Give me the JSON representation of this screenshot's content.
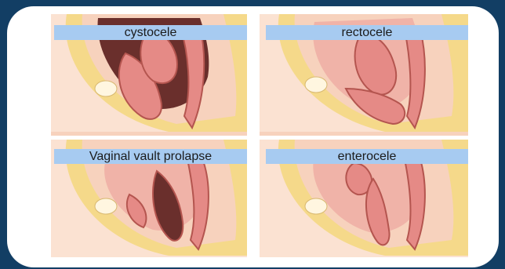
{
  "slide": {
    "colors": {
      "background": "#123e64",
      "panel": "#ffffff",
      "label_bar": "#a7cbf1",
      "skin": "#f7d2bd",
      "fat": "#f5d98a",
      "organ": "#e58a86",
      "organ_dark": "#b4554f",
      "cavity": "#6a2f2c"
    },
    "labels": {
      "top_left": "cystocele",
      "top_right": "rectocele",
      "bottom_left": "Vaginal vault prolapse",
      "bottom_right": "enterocele"
    }
  }
}
